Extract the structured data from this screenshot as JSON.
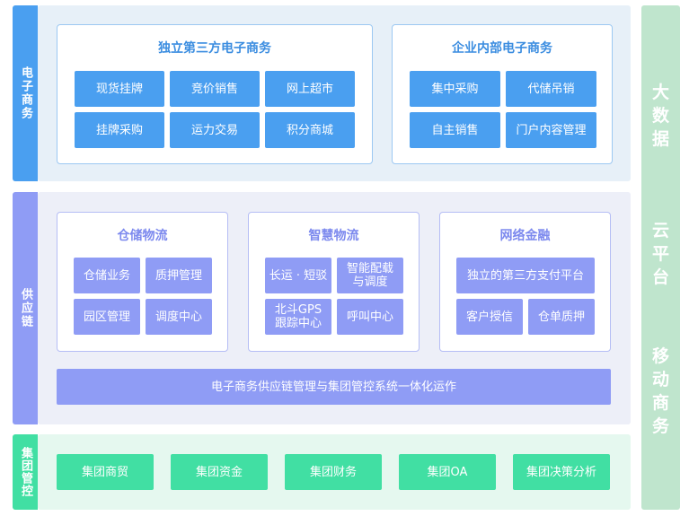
{
  "ecommerce": {
    "label": "电子商务",
    "third_party": {
      "title": "独立第三方电子商务",
      "items": [
        "现货挂牌",
        "竞价销售",
        "网上超市",
        "挂牌采购",
        "运力交易",
        "积分商城"
      ]
    },
    "internal": {
      "title": "企业内部电子商务",
      "items": [
        "集中采购",
        "代储吊销",
        "自主销售",
        "门户内容管理"
      ]
    }
  },
  "supply_chain": {
    "label": "供应链",
    "warehouse": {
      "title": "仓储物流",
      "items": [
        "仓储业务",
        "质押管理",
        "园区管理",
        "调度中心"
      ]
    },
    "smart": {
      "title": "智慧物流",
      "items": [
        "长运 · 短驳",
        "智能配载\n与调度",
        "北斗GPS\n跟踪中心",
        "呼叫中心"
      ]
    },
    "finance": {
      "title": "网络金融",
      "items": [
        "独立的第三方支付平台",
        "客户授信",
        "仓单质押"
      ]
    },
    "bar": "电子商务供应链管理与集团管控系统一体化运作"
  },
  "group": {
    "label": "集团管控",
    "items": [
      "集团商贸",
      "集团资金",
      "集团财务",
      "集团OA",
      "集团决策分析"
    ]
  },
  "side": {
    "groups": [
      "大数据",
      "云平台",
      "移动商务"
    ]
  },
  "colors": {
    "ecommerce_label": "#4a9ff0",
    "ecommerce_bg": "#e7f0f8",
    "ecommerce_title": "#3b8de0",
    "supply_label": "#8f9cf5",
    "supply_bg": "#edeff8",
    "supply_title": "#7c89ee",
    "group_label": "#41dfa3",
    "group_bg": "#e5f8ef",
    "side_bg": "#bfe5cd"
  }
}
